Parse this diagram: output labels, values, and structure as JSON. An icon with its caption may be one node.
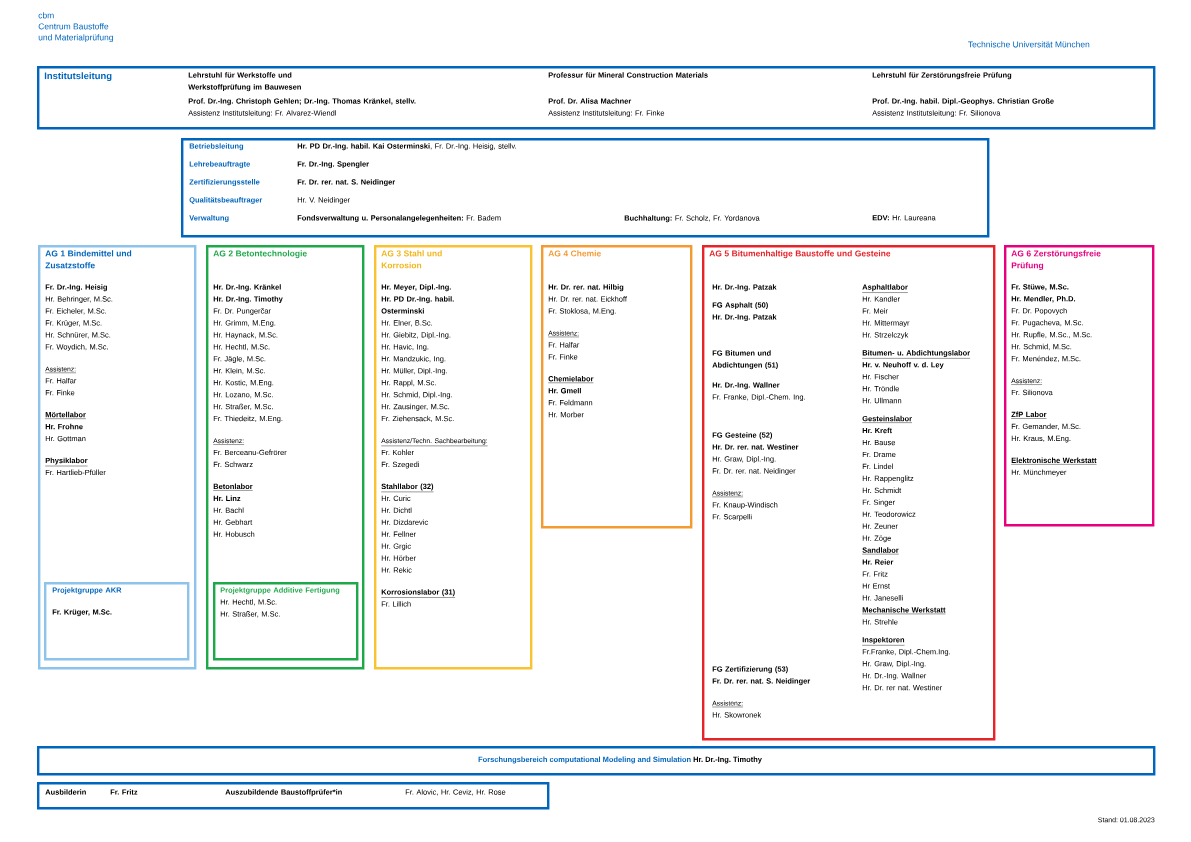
{
  "diagram": {
    "nodes": [
      {
        "text": [
          "Institutsleitung",
          "Lehrstuhl für Werkstoffe und Werkstoffprüfung im Bauwesen",
          "Prof. Dr.-Ing. Christoph Gehlen; Dr.-Ing. Thomas Kränkel, stellv.",
          "Assistenz Institutsleitung: Fr. Alvarez-Wiendl",
          "Professur für Mineral Construction Materials",
          "Prof. Dr. Alisa Machner",
          "Assistenz Institutsleitung: Fr. Finke",
          "Lehrstuhl für Zerstörungsfreie Prüfung",
          "Prof. Dr.-Ing. habil. Dipl.-Geophys. Christian Große",
          "Assistenz Institutsleitung: Fr. Silionova"
        ]
      },
      {
        "text": [
          "Betriebsleitung",
          "**Hr. PD Dr.-Ing. habil. Kai Osterminski**, Fr. Dr.-Ing. Heisig, stellv.",
          "Lehrebeauftragte",
          "Fr. Dr.-Ing. Spengler",
          "Zertifizierungsstelle",
          "Fr. Dr. rer. nat. S. Neidinger",
          "Qualitätsbeauftrager",
          "Hr. V. Neidinger",
          "Verwaltung",
          "**Fondsverwaltung u. Personalangelegenheiten:** Fr. Badem",
          "**Buchhaltung:** Fr. Scholz, Fr. Yordanova",
          "**EDV:** Hr. Laureana"
        ]
      },
      {
        "text": [
          "AG 1 Bindemittel und Zusatzstoffe",
          "Fr. Dr.-Ing. Heisig",
          "Hr. Behringer, M.Sc.",
          "Fr. Eicheler, M.Sc.",
          "Fr. Krüger, M.Sc.",
          "Hr. Schnürer, M.Sc.",
          "Fr. Woydich, M.Sc.",
          "Assistenz:",
          "Fr. Halfar",
          "Fr. Finke",
          "Mörtellabor",
          "Hr. Frohne",
          "Hr. Gottman",
          "Physiklabor",
          "Fr. Hartlieb-Pfüller"
        ]
      },
      {
        "text": [
          "Projektgruppe AKR",
          "Fr. Krüger, M.Sc."
        ],
        "in": 2
      },
      {
        "text": [
          "AG 2 Betontechnologie",
          "Hr. Dr.-Ing. Kränkel",
          "Hr. Dr.-Ing. Timothy",
          "Fr. Dr. Pungerčar",
          "Hr. Grimm, M.Eng.",
          "Hr. Haynack, M.Sc.",
          "Hr. Hechtl, M.Sc.",
          "Fr. Jägle, M.Sc.",
          "Hr. Klein, M.Sc.",
          "Hr. Kostic, M.Eng.",
          "Hr. Lozano, M.Sc.",
          "Hr. Straßer, M.Sc.",
          "Fr. Thiedeitz, M.Eng.",
          "Assistenz:",
          "Fr. Berceanu-Gefrörer",
          "Fr. Schwarz",
          "Betonlabor",
          "Hr. Linz",
          "Hr. Bachl",
          "Hr. Gebhart",
          "Hr. Hobusch"
        ]
      },
      {
        "text": [
          "Projektgruppe Additive Fertigung",
          "Hr. Hechtl, M.Sc.",
          "Hr. Straßer, M.Sc."
        ],
        "in": 4
      },
      {
        "text": [
          "AG 3 Stahl und Korrosion",
          "Hr. Meyer, Dipl.-Ing.",
          "Hr. PD Dr.-Ing. habil. Osterminski",
          "Hr. Elner, B.Sc.",
          "Hr. Giebitz, Dipl.-Ing.",
          "Hr. Havic, Ing.",
          "Hr. Mandzukic, Ing.",
          "Hr. Müller, Dipl.-Ing.",
          "Hr. Rappl, M.Sc.",
          "Hr. Schmid, Dipl.-Ing.",
          "Hr. Zausinger, M.Sc.",
          "Fr. Ziehensack, M.Sc.",
          "Assistenz/Techn. Sachbearbeitung:",
          "Fr. Kohler",
          "Fr. Szegedi",
          "Stahllabor (32)",
          "Hr. Curic",
          "Hr. Dichtl",
          "Hr. Dizdarevic",
          "Hr. Fellner",
          "Hr. Grgic",
          "Hr. Hörber",
          "Hr. Rekic",
          "Korrosionslabor (31)",
          "Fr. Lillich"
        ]
      },
      {
        "text": [
          "AG 4 Chemie",
          "Hr. Dr. rer. nat. Hilbig",
          "Hr. Dr. rer. nat. Eickhoff",
          "Fr. Stoklosa, M.Eng.",
          "Assistenz:",
          "Fr. Halfar",
          "Fr. Finke",
          "Chemielabor",
          "Hr. Gmell",
          "Fr. Feldmann",
          "Hr. Morber"
        ]
      },
      {
        "text": [
          "AG 5 Bitumenhaltige Baustoffe und Gesteine",
          "Hr. Dr.-Ing. Patzak",
          "FG Asphalt (50)",
          "Hr. Dr.-Ing. Patzak",
          "FG Bitumen und Abdichtungen (51)",
          "Hr. Dr.-Ing. Wallner",
          "Fr. Franke, Dipl.-Chem. Ing.",
          "FG Gesteine (52)",
          "Hr. Dr. rer. nat. Westiner",
          "Hr. Graw, Dipl.-Ing.",
          "Fr. Dr. rer. nat. Neidinger",
          "Assistenz:",
          "Fr. Knaup-Windisch",
          "Fr. Scarpelli",
          "FG Zertifizierung (53)",
          "Fr. Dr. rer. nat. S. Neidinger",
          "Assistenz:",
          "Hr. Skowronek",
          "Asphaltlabor",
          "Hr. Kandler",
          "Fr. Meir",
          "Hr. Mittermayr",
          "Hr. Strzelczyk",
          "Bitumen- u. Abdichtungslabor",
          "Hr. v. Neuhoff v. d. Ley",
          "Hr. Fischer",
          "Hr. Tröndle",
          "Hr. Ullmann",
          "Gesteinslabor",
          "Hr. Kreft",
          "Hr. Bause",
          "Fr. Drame",
          "Fr. Lindel",
          "Hr. Rappenglitz",
          "Hr. Schmidt",
          "Fr. Singer",
          "Hr. Teodorowicz",
          "Hr. Zeuner",
          "Hr. Zöge",
          "Sandlabor",
          "Hr. Reier",
          "Fr. Fritz",
          "Hr Ernst",
          "Hr. Janeselli",
          "Mechanische Werkstatt",
          "Hr. Strehle",
          "Inspektoren",
          "Fr.Franke, Dipl.-Chem.Ing.",
          "Hr. Graw, Dipl.-Ing.",
          "Hr. Dr.-Ing. Wallner",
          "Hr. Dr. rer nat. Westiner"
        ]
      },
      {
        "text": [
          "AG 6 Zerstörungsfreie Prüfung",
          "Fr. Stüwe, M.Sc.",
          "Hr. Mendler, Ph.D.",
          "Fr. Dr. Popovych",
          "Fr. Pugacheva, M.Sc.",
          "Hr. Rupfle, M.Sc., M.Sc.",
          "Hr. Schmid, M.Sc.",
          "Fr. Menéndez, M.Sc.",
          "Assistenz:",
          "Fr. Silionova",
          "ZfP Labor",
          "Fr. Gemander, M.Sc.",
          "Hr. Kraus, M.Eng.",
          "Elektronische Werkstatt",
          "Hr. Münchmeyer"
        ]
      },
      {
        "text": [
          "Forschungsbereich computational Modeling and Simulation",
          "Hr. Dr.-Ing. Timothy"
        ]
      },
      {
        "text": [
          "Ausbilderin",
          "Fr. Fritz",
          "Auszubildende Baustoffprüfer*in",
          "Fr. Alovic, Hr. Ceviz, Hr. Rose"
        ]
      }
    ],
    "labels": [
      "cbm",
      "Centrum Baustoffe",
      "und Materialprüfung",
      "Technische Universität München",
      "Stand: 01.08.2023"
    ]
  }
}
